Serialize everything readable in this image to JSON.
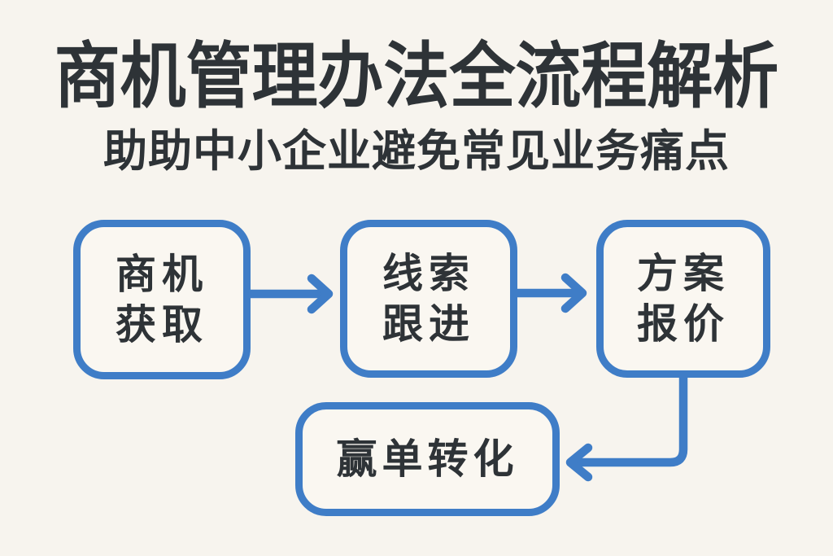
{
  "palette": {
    "background": "#f7f4ee",
    "box_background": "#faf7f1",
    "accent_blue": "#3f7dc7",
    "ink": "#2e3337"
  },
  "header": {
    "title": "商机管理办法全流程解析",
    "subtitle": "助助中小企业避免常见业务痛点"
  },
  "flow": {
    "boxes": [
      {
        "id": "opportunity-acquisition",
        "lines": [
          "商机",
          "获取"
        ]
      },
      {
        "id": "lead-follow-up",
        "lines": [
          "线索",
          "跟进"
        ]
      },
      {
        "id": "proposal-quotation",
        "lines": [
          "方案",
          "报价"
        ]
      },
      {
        "id": "win-conversion",
        "lines": [
          "赢单转化"
        ]
      }
    ],
    "connections": [
      {
        "from": "商机获取",
        "to": "线索跟进",
        "style": "straight-right-arrow"
      },
      {
        "from": "线索跟进",
        "to": "方案报价",
        "style": "straight-right-arrow"
      },
      {
        "from": "方案报价",
        "to": "赢单转化",
        "style": "elbow-down-left-arrow"
      }
    ]
  }
}
